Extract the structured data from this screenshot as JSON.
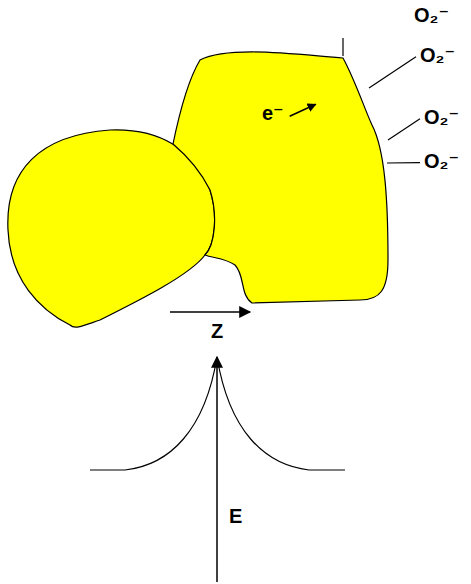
{
  "diagram": {
    "nodes": [
      {
        "text": [
          "e⁻"
        ]
      }
    ],
    "labels": [
      "O₂⁻",
      "O₂⁻",
      "O₂⁻",
      "O₂⁻",
      "Z",
      "E"
    ]
  }
}
